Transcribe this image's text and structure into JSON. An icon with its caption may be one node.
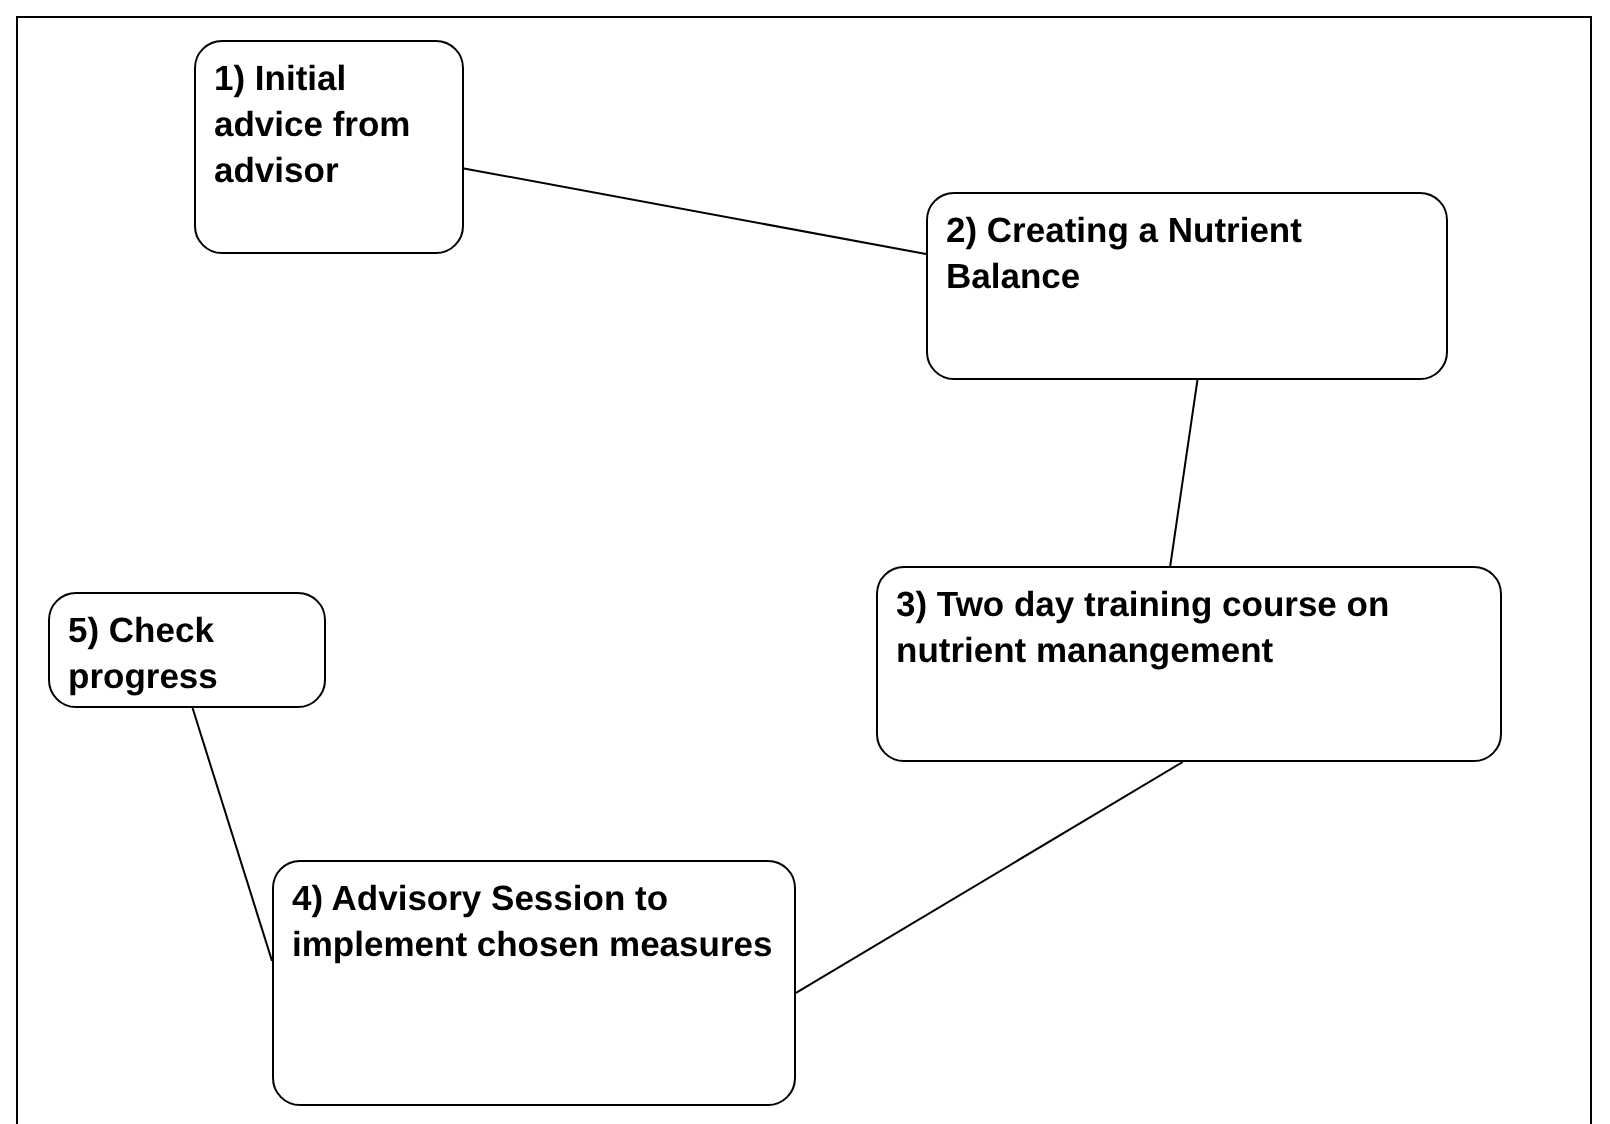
{
  "diagram": {
    "nodes": [
      {
        "text": [
          "1) Initial advice from advisor"
        ]
      },
      {
        "text": [
          "2) Creating a Nutrient Balance"
        ]
      },
      {
        "text": [
          "3) Two day training course on nutrient manangement"
        ]
      },
      {
        "text": [
          "4) Advisory Session to implement chosen measures"
        ]
      },
      {
        "text": [
          "5) Check progress"
        ]
      }
    ],
    "edges": [
      {
        "from": 0,
        "to": 1,
        "arrow": "none"
      },
      {
        "from": 1,
        "to": 2,
        "arrow": "none"
      },
      {
        "from": 2,
        "to": 3,
        "arrow": "none"
      },
      {
        "from": 4,
        "to": 3,
        "arrow": "none"
      }
    ]
  }
}
